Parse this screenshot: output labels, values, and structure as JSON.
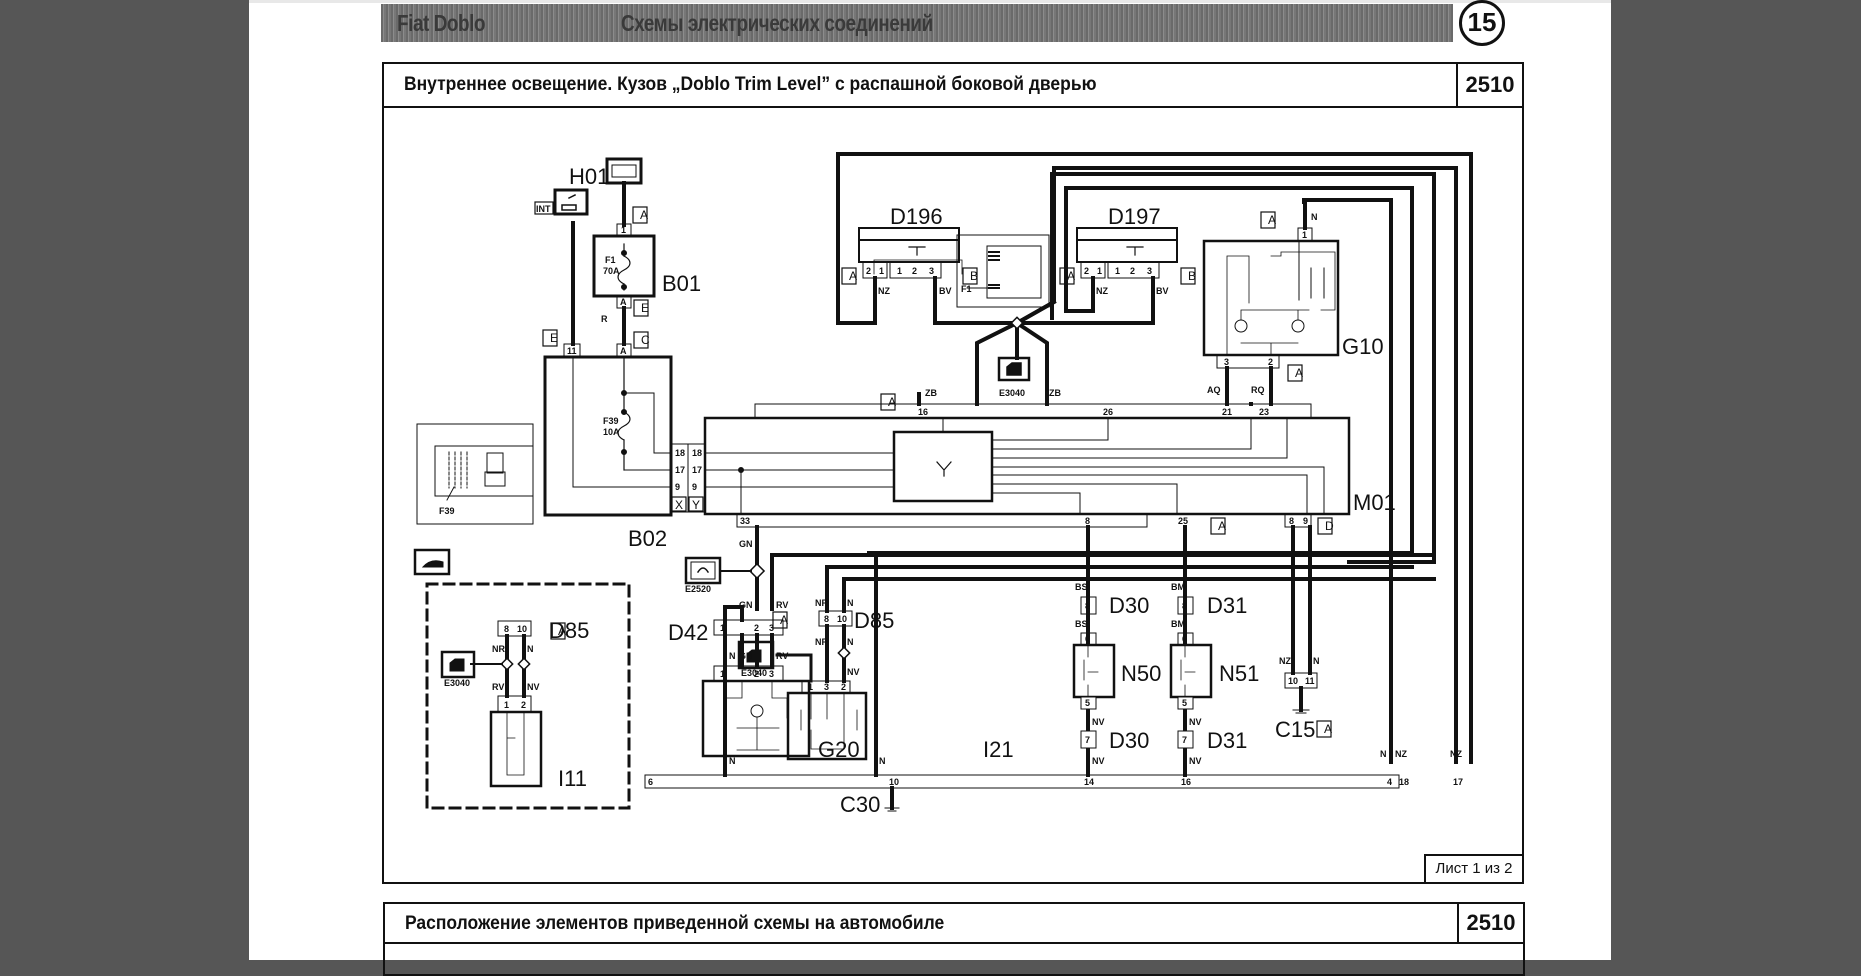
{
  "viewer": {
    "background": "#565656"
  },
  "page_header": {
    "brand": "Fiat Doblo",
    "title": "Схемы электрических соединений",
    "page_number": "15"
  },
  "sheet1": {
    "title": "Внутреннее освещение. Кузов „Doblo Trim Level” с распашной боковой дверью",
    "code": "2510",
    "footer": "Лист 1 из 2"
  },
  "sheet2": {
    "title": "Расположение элементов приведенной схемы на автомобиле",
    "code": "2510"
  },
  "components": {
    "H01": "H01",
    "B01": "B01",
    "B02": "B02",
    "D196": "D196",
    "D197": "D197",
    "G10": "G10",
    "M01": "M01",
    "D85": "D85",
    "I11": "I11",
    "D42": "D42",
    "G20": "G20",
    "I21": "I21",
    "D30": "D30",
    "D31": "D31",
    "N50": "N50",
    "N51": "N51",
    "C15": "C15",
    "C30": "C30",
    "E3040": "E3040",
    "E2520": "E2520",
    "INT": "INT",
    "F39": "F39"
  },
  "fuses": {
    "F1": "F1",
    "F1_rating": "70A",
    "F39": "F39",
    "F39_rating": "10A"
  },
  "connector_tags": {
    "A": "A",
    "B": "B",
    "C": "C",
    "D": "D",
    "E": "E",
    "X": "X",
    "Y": "Y"
  },
  "wire_colors": {
    "R": "R",
    "NZ": "NZ",
    "BV": "BV",
    "ZB": "ZB",
    "AQ": "AQ",
    "RQ": "RQ",
    "N": "N",
    "GN": "GN",
    "RV": "RV",
    "NR": "NR",
    "NV": "NV",
    "BS": "BS",
    "BM": "BM"
  },
  "pins": {
    "b01_top": "1",
    "b01_bot": "A",
    "b02_left": "11",
    "b02_top": "A",
    "b02_out": [
      "18",
      "17",
      "9"
    ],
    "m01_in": [
      "18",
      "17",
      "9"
    ],
    "d196_a": [
      "2",
      "1"
    ],
    "d196_b": [
      "1",
      "2",
      "3"
    ],
    "d197_a": [
      "2",
      "1"
    ],
    "d197_b": [
      "1",
      "2",
      "3"
    ],
    "g10_top": "1",
    "g10_bot": [
      "3",
      "2"
    ],
    "m01_top": [
      "16",
      "26",
      "21",
      "23"
    ],
    "m01_bot": [
      "33",
      "8",
      "25"
    ],
    "m01_d": [
      "8",
      "9"
    ],
    "d85_i11": [
      "8",
      "10"
    ],
    "i11": [
      "1",
      "2"
    ],
    "d42": [
      "1",
      "2",
      "3"
    ],
    "g20": [
      "1",
      "2",
      "3"
    ],
    "d85_i21": [
      "8",
      "10"
    ],
    "i21": [
      "1",
      "3",
      "2"
    ],
    "d30_top": "8",
    "n50_top": "6",
    "n50_bot": "5",
    "d30_bot": "7",
    "d31_top": "8",
    "n51_top": "6",
    "n51_bot": "5",
    "d31_bot": "7",
    "c15": [
      "10",
      "11"
    ],
    "c30": [
      "6",
      "10",
      "14",
      "16",
      "4",
      "18",
      "17"
    ]
  }
}
